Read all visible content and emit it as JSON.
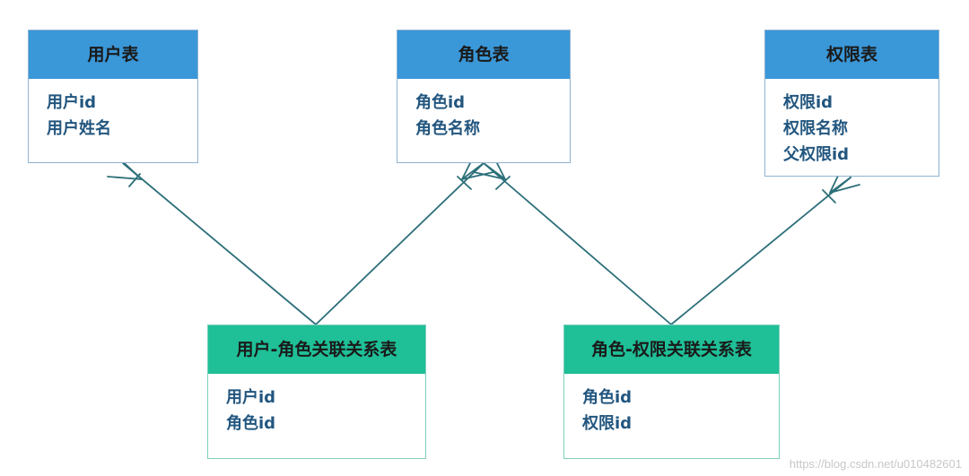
{
  "entities": {
    "user": {
      "title": "用户表",
      "fields": [
        "用户id",
        "用户姓名"
      ]
    },
    "role": {
      "title": "角色表",
      "fields": [
        "角色id",
        "角色名称"
      ]
    },
    "permission": {
      "title": "权限表",
      "fields": [
        "权限id",
        "权限名称",
        "父权限id"
      ]
    },
    "user_role": {
      "title": "用户-角色关联关系表",
      "fields": [
        "用户id",
        "角色id"
      ]
    },
    "role_permission": {
      "title": "角色-权限关联关系表",
      "fields": [
        "角色id",
        "权限id"
      ]
    }
  },
  "colors": {
    "base_header": "#3a97d8",
    "relation_header": "#1fbf97",
    "field_text": "#22567f",
    "connector": "#2c6f79"
  },
  "watermark": "https://blog.csdn.net/u010482601"
}
